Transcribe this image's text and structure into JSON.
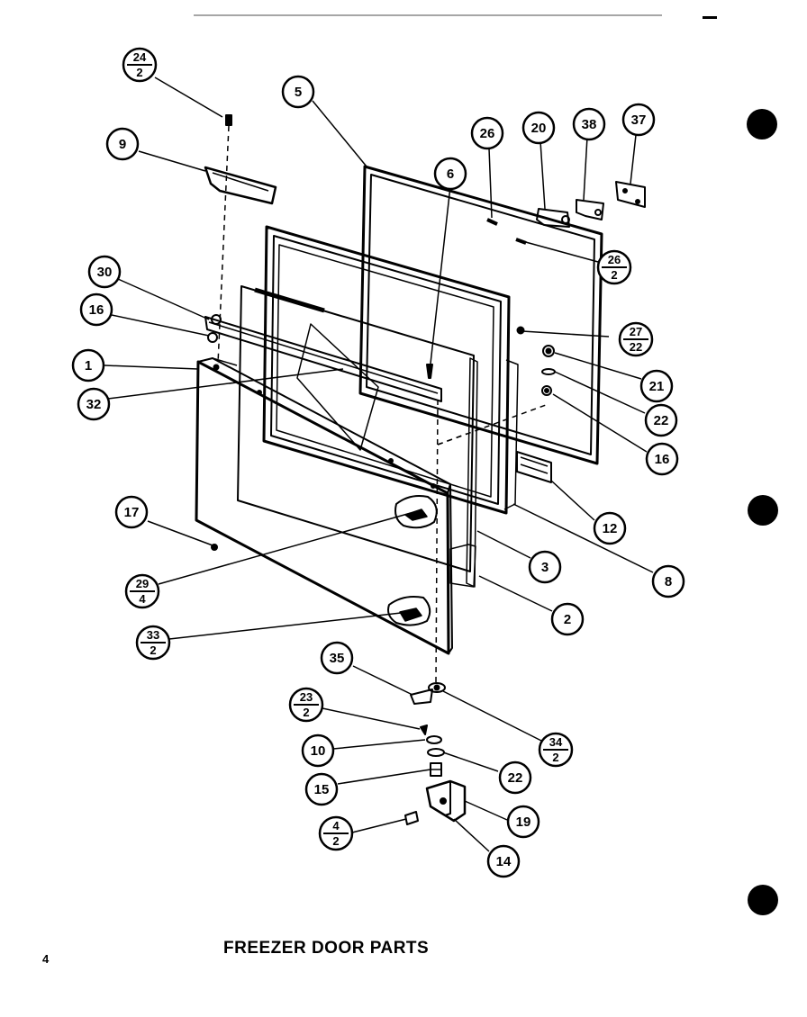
{
  "title": "FREEZER DOOR PARTS",
  "page_number": "4",
  "callouts": {
    "c24": {
      "top": "24",
      "bottom": "2"
    },
    "c5": "5",
    "c9": "9",
    "c26a": "26",
    "c20": "20",
    "c38": "38",
    "c37": "37",
    "c6": "6",
    "c26b": {
      "top": "26",
      "bottom": "2"
    },
    "c30": "30",
    "c16a": "16",
    "c27": {
      "top": "27",
      "bottom": "22"
    },
    "c1": "1",
    "c21": "21",
    "c32": "32",
    "c22a": "22",
    "c16b": "16",
    "c17": "17",
    "c12": "12",
    "c8": "8",
    "c3": "3",
    "c29": {
      "top": "29",
      "bottom": "4"
    },
    "c2": "2",
    "c33": {
      "top": "33",
      "bottom": "2"
    },
    "c35": "35",
    "c23": {
      "top": "23",
      "bottom": "2"
    },
    "c34": {
      "top": "34",
      "bottom": "2"
    },
    "c10": "10",
    "c22b": "22",
    "c15": "15",
    "c19": "19",
    "c4": {
      "top": "4",
      "bottom": "2"
    },
    "c14": "14"
  }
}
